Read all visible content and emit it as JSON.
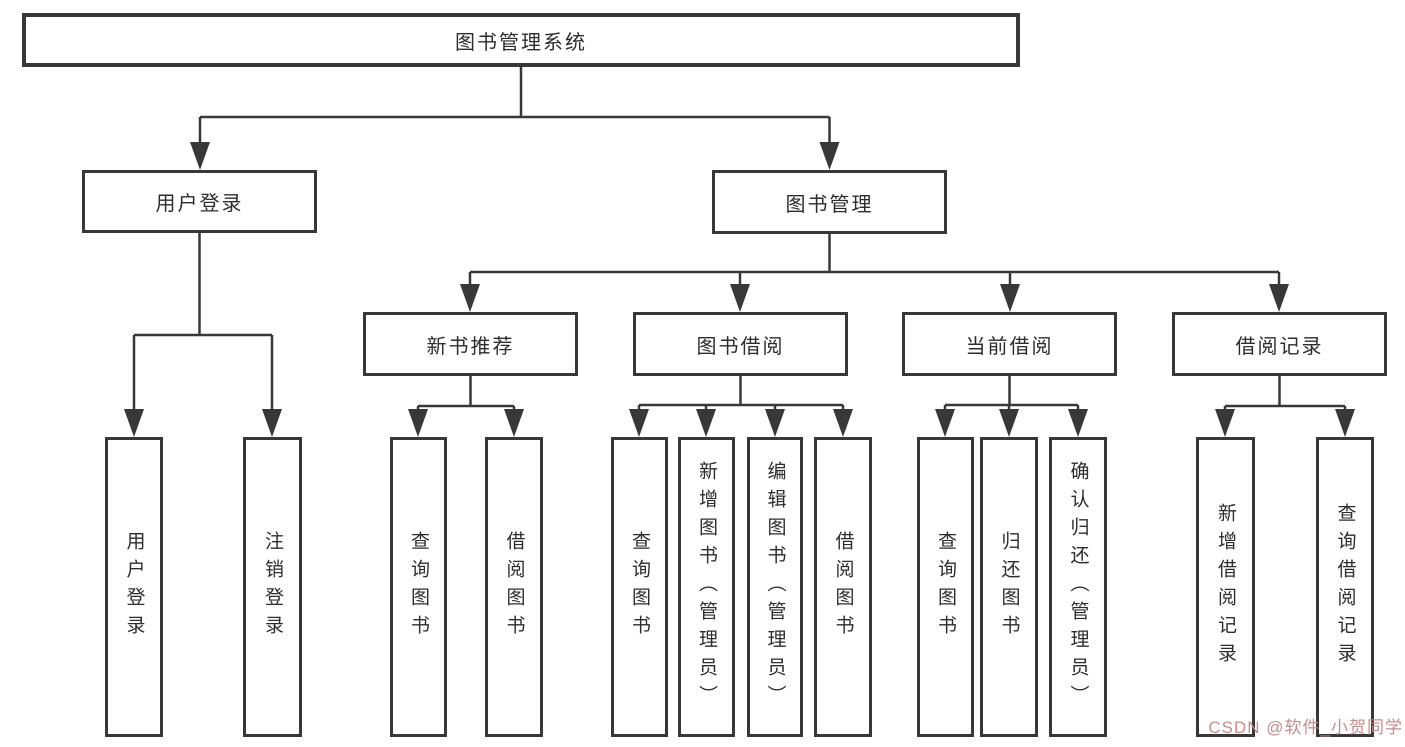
{
  "diagram": {
    "kind": "hierarchy-tree",
    "root": {
      "label": "图书管理系统"
    },
    "level2": [
      {
        "label": "用户登录"
      },
      {
        "label": "图书管理"
      }
    ],
    "level3": [
      {
        "label": "新书推荐",
        "parent": "图书管理"
      },
      {
        "label": "图书借阅",
        "parent": "图书管理"
      },
      {
        "label": "当前借阅",
        "parent": "图书管理"
      },
      {
        "label": "借阅记录",
        "parent": "图书管理"
      }
    ],
    "leaves": [
      {
        "label": "用户登录",
        "parent": "用户登录"
      },
      {
        "label": "注销登录",
        "parent": "用户登录"
      },
      {
        "label": "查询图书",
        "parent": "新书推荐"
      },
      {
        "label": "借阅图书",
        "parent": "新书推荐"
      },
      {
        "label": "查询图书",
        "parent": "图书借阅"
      },
      {
        "label": "新增图书（管理员）",
        "parent": "图书借阅"
      },
      {
        "label": "编辑图书（管理员）",
        "parent": "图书借阅"
      },
      {
        "label": "借阅图书",
        "parent": "图书借阅"
      },
      {
        "label": "查询图书",
        "parent": "当前借阅"
      },
      {
        "label": "归还图书",
        "parent": "当前借阅"
      },
      {
        "label": "确认归还（管理员）",
        "parent": "当前借阅"
      },
      {
        "label": "新增借阅记录",
        "parent": "借阅记录"
      },
      {
        "label": "查询借阅记录",
        "parent": "借阅记录"
      }
    ],
    "colors": {
      "line": "#383838",
      "box_border": "#383838",
      "text": "#2d2d2d",
      "background": "#ffffff",
      "watermark": "#c48686"
    },
    "watermark": {
      "text": "CSDN @软件_小贺同学"
    }
  }
}
